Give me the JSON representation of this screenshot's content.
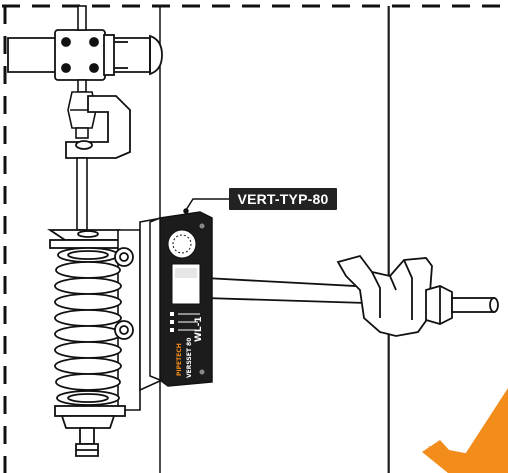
{
  "callout": {
    "label": "VERT-TYP-80"
  },
  "device": {
    "brand": "PIPETECH",
    "model": "VERSSET 80",
    "code": "WL-1"
  },
  "colors": {
    "line": "#111111",
    "fill": "#ffffff",
    "device_body": "#1c1c1c",
    "check_accent": "#f28c1a",
    "frame_dash": "#111111"
  },
  "icons": {
    "success": "checkmark-icon"
  }
}
